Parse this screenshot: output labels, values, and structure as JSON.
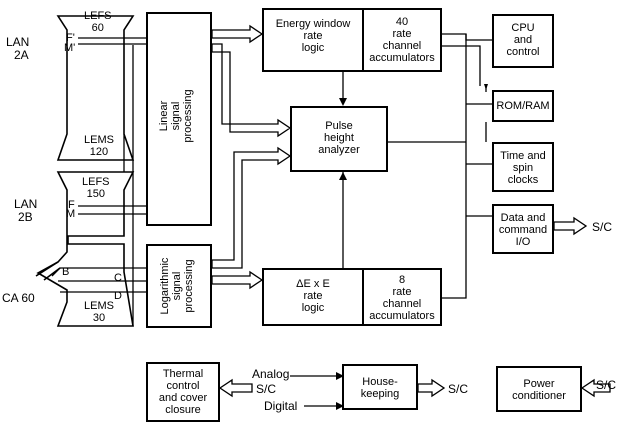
{
  "left": {
    "lan2a": [
      "LAN",
      "2A"
    ],
    "lan2b": [
      "LAN",
      "2B"
    ],
    "ca60": "CA 60",
    "lefs60": [
      "LEFS",
      "60"
    ],
    "lems120": [
      "LEMS",
      "120"
    ],
    "lefs150": [
      "LEFS",
      "150"
    ],
    "lems30": [
      "LEMS",
      "30"
    ],
    "f_prime": "F'",
    "m_prime": "M'",
    "f": "F",
    "m": "M",
    "b": "B",
    "c": "C",
    "d": "D"
  },
  "blocks": {
    "linear": [
      "Linear",
      "signal",
      "processing"
    ],
    "logarithmic": [
      "Logarithmic",
      "signal",
      "processing"
    ],
    "energy_window": [
      "Energy window",
      "rate",
      "logic"
    ],
    "accum40": [
      "40",
      "rate",
      "channel",
      "accumulators"
    ],
    "pha": [
      "Pulse",
      "height",
      "analyzer"
    ],
    "dexe": [
      "ΔE x E",
      "rate",
      "logic"
    ],
    "accum8": [
      "8",
      "rate",
      "channel",
      "accumulators"
    ],
    "cpu": [
      "CPU",
      "and",
      "control"
    ],
    "rom": [
      "ROM/RAM"
    ],
    "clocks": [
      "Time and",
      "spin",
      "clocks"
    ],
    "dataio": [
      "Data and",
      "command",
      "I/O"
    ],
    "dataio_out": "S/C"
  },
  "bottom": {
    "thermal": [
      "Thermal",
      "control",
      "and cover",
      "closure"
    ],
    "thermal_in": "S/C",
    "analog": "Analog",
    "digital": "Digital",
    "housekeeping": [
      "House-",
      "keeping"
    ],
    "hk_out": "S/C",
    "power": [
      "Power",
      "conditioner"
    ],
    "power_in": "S/C"
  }
}
